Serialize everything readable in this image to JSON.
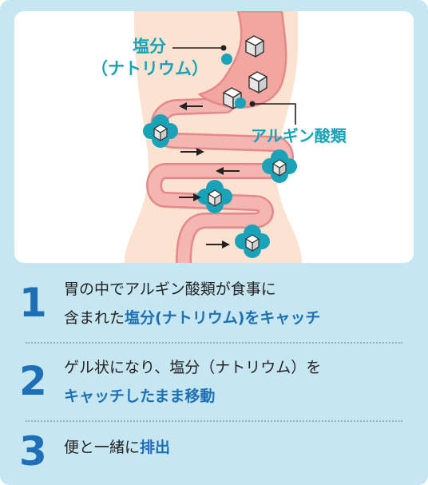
{
  "diagram": {
    "label_salt_line1": "塩分",
    "label_salt_line2": "（ナトリウム）",
    "label_alginate": "アルギン酸類"
  },
  "steps": [
    {
      "number": "1",
      "line1": "胃の中でアルギン酸類が食事に",
      "line2_plain": "含まれた",
      "line2_highlight": "塩分(ナトリウム)をキャッチ"
    },
    {
      "number": "2",
      "line1": "ゲル状になり、塩分（ナトリウム）を",
      "line2_highlight": "キャッチしたまま移動"
    },
    {
      "number": "3",
      "line1_plain": "便と一緒に",
      "line1_highlight": "排出"
    }
  ],
  "colors": {
    "frame_bg": "#c6e7f1",
    "body_skin": "#fbe2d1",
    "organ_fill": "#f1a6a0",
    "organ_stroke": "#e6878a",
    "teal_accent": "#1aa3b8",
    "blue_number": "#1e6fb5"
  }
}
